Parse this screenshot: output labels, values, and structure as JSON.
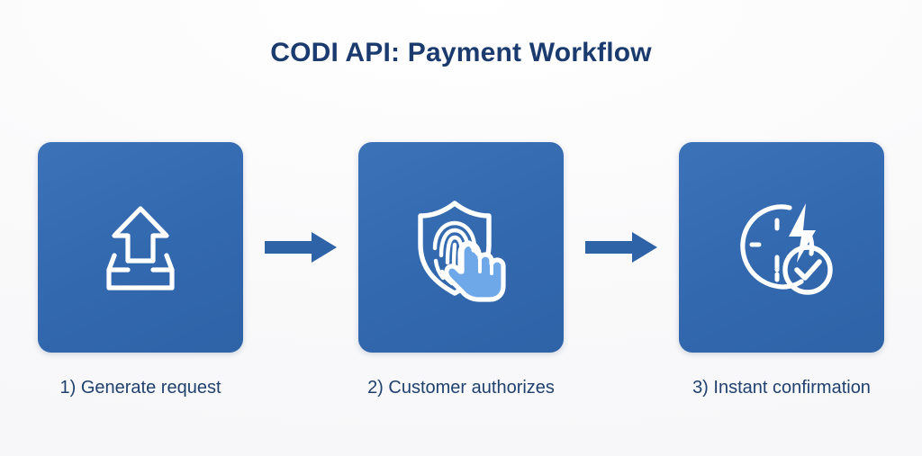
{
  "header": {
    "title": "CODI API: Payment Workflow"
  },
  "theme": {
    "background": "#fbfbfc",
    "title_color": "#1b3b6f",
    "card_blue": "#3268ae",
    "arrow_blue": "#2f63a8",
    "icon_white": "#ffffff",
    "hand_blue": "#6fa8e8",
    "caption_color": "#20416e"
  },
  "workflow": {
    "steps": [
      {
        "caption": "1) Generate request",
        "icon": "upload-outbox-icon",
        "icon_description": "upward arrow rising out of an open tray"
      },
      {
        "caption": "2) Customer authorizes",
        "icon": "shield-fingerprint-touch-icon",
        "icon_description": "shield with fingerprint and a hand touching it"
      },
      {
        "caption": "3) Instant confirmation",
        "icon": "clock-bolt-check-icon",
        "icon_description": "clock with lightning bolt and circled checkmark"
      }
    ],
    "connectors": [
      {
        "name": "arrow-1",
        "direction": "right"
      },
      {
        "name": "arrow-2",
        "direction": "right"
      }
    ]
  },
  "chart_data": {
    "type": "diagram",
    "subtype": "linear-process-flow",
    "title": "CODI API: Payment Workflow",
    "orientation": "horizontal",
    "node_count": 3,
    "nodes": [
      {
        "order": 1,
        "label": "1) Generate request",
        "icon": "upload-outbox-icon"
      },
      {
        "order": 2,
        "label": "2) Customer authorizes",
        "icon": "shield-fingerprint-touch-icon"
      },
      {
        "order": 3,
        "label": "3) Instant confirmation",
        "icon": "clock-bolt-check-icon"
      }
    ],
    "edges": [
      {
        "from": 1,
        "to": 2,
        "style": "solid-block-arrow"
      },
      {
        "from": 2,
        "to": 3,
        "style": "solid-block-arrow"
      }
    ]
  }
}
